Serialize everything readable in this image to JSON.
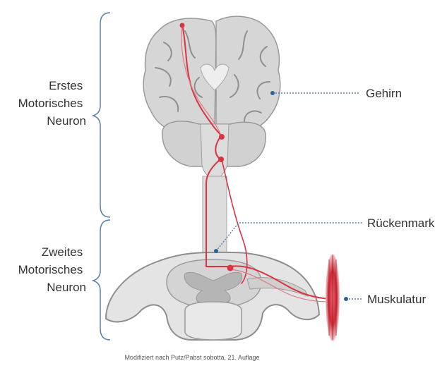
{
  "labels": {
    "first_neuron": [
      "Erstes",
      "Motorisches",
      "Neuron"
    ],
    "second_neuron": [
      "Zweites",
      "Motorisches",
      "Neuron"
    ],
    "brain": "Gehirn",
    "spinal_cord": "Rückenmark",
    "muscle": "Muskulatur",
    "source": "Modifiziert nach Putz/Pabst sobotta, 21. Auflage"
  },
  "colors": {
    "tissue": "#d9d9d9",
    "tissue_dark": "#b8b8b8",
    "tissue_outline": "#8e8e8e",
    "nerve": "#d9343f",
    "marker": "#2a6496",
    "bracket": "#5a7fa8",
    "leader": "#5a7fa8",
    "muscle": "#cc2a36"
  }
}
